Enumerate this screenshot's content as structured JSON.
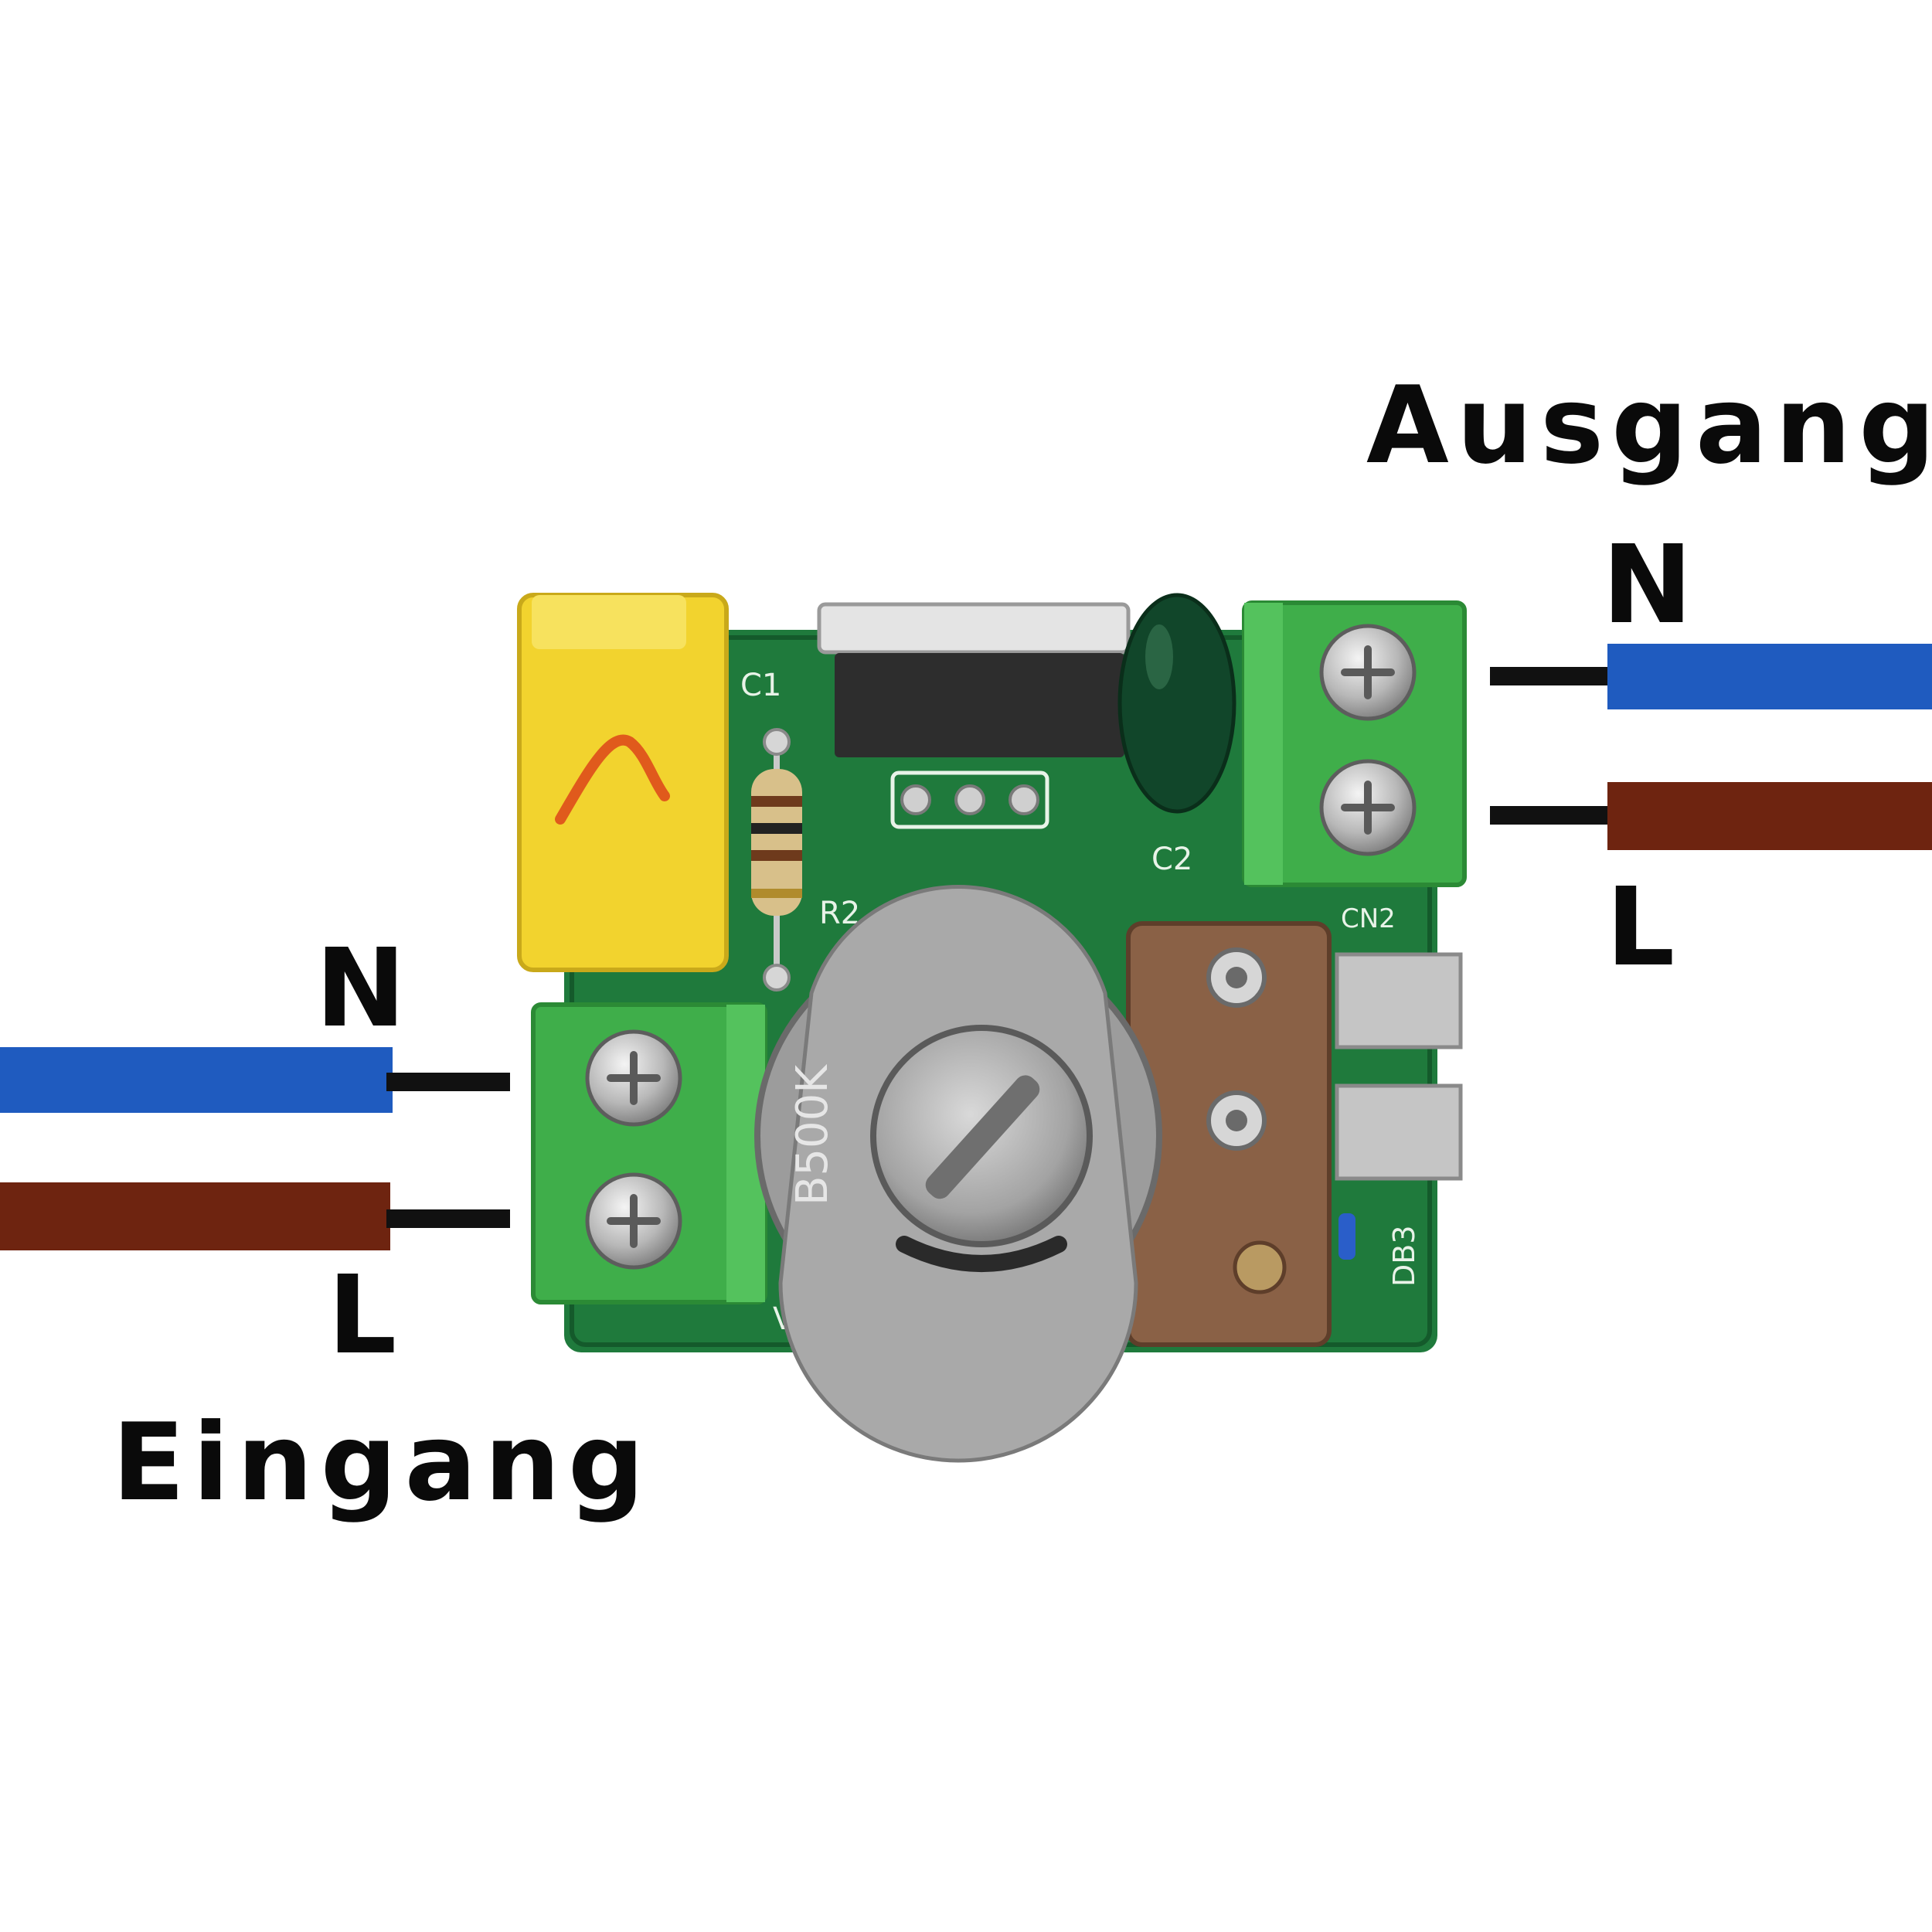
{
  "labels": {
    "output": "Ausgang",
    "input": "Eingang",
    "output_n": "N",
    "output_l": "L",
    "input_n": "N",
    "input_l": "L"
  },
  "pcb": {
    "pot_marking": "B500K",
    "silk_c1": "C1",
    "silk_c2": "C2",
    "silk_r2": "R2",
    "silk_cn2": "CN2",
    "silk_db3": "DB3",
    "silk_vr": "VR"
  },
  "colors": {
    "neutral_wire": "#1f5bbf",
    "line_wire": "#6e2410",
    "lead": "#111111",
    "pcb": "#1f7a3c",
    "terminal": "#3fae4a",
    "capacitor": "#f2d32e"
  }
}
